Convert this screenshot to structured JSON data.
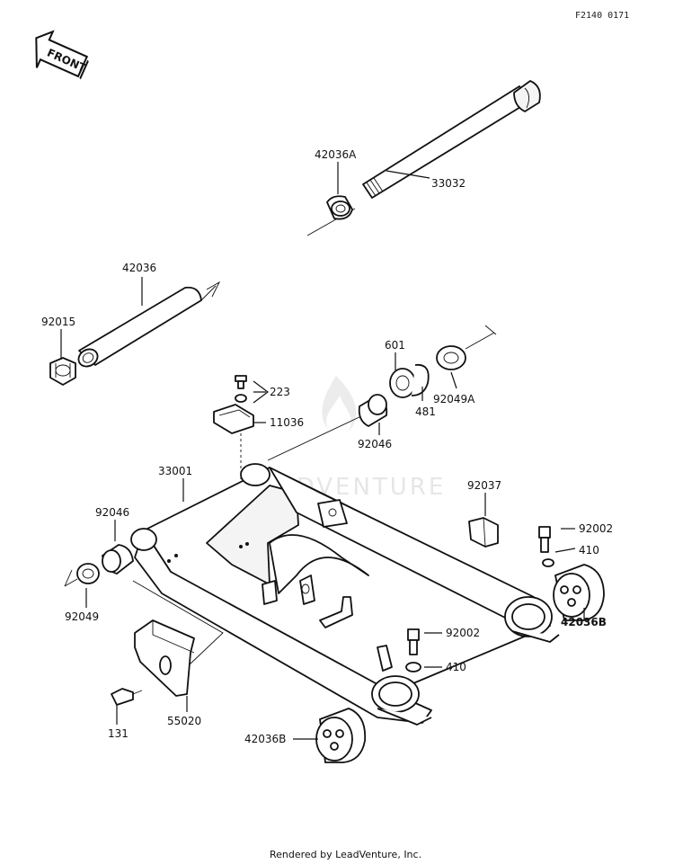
{
  "header": {
    "code": "F2140 0171",
    "front_label": "FRONT"
  },
  "watermark": "LEADVENTURE",
  "footer": "Rendered by LeadVenture, Inc.",
  "callouts": {
    "c42036A": "42036A",
    "c33032": "33032",
    "c42036": "42036",
    "c92015": "92015",
    "c601": "601",
    "c223": "223",
    "c11036": "11036",
    "c92046a": "92046",
    "c481": "481",
    "c92049A": "92049A",
    "c33001": "33001",
    "c92037": "92037",
    "c92046b": "92046",
    "c92002a": "92002",
    "c410a": "410",
    "c92049": "92049",
    "c42036Ba": "42036B",
    "c92002b": "92002",
    "c410b": "410",
    "c131": "131",
    "c55020": "55020",
    "c42036Bb": "42036B"
  }
}
